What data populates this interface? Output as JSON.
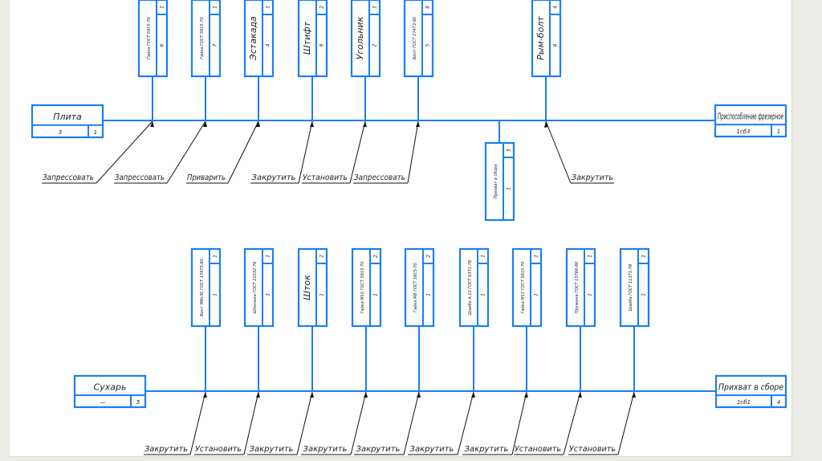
{
  "colors": {
    "line": "#1b7ff2",
    "leader": "#111111",
    "background": "#ecebe5"
  },
  "top_scheme": {
    "base": {
      "name": "Плита",
      "designation": "3",
      "qty": "1"
    },
    "assembly": {
      "name": "Приспособление фрезерное",
      "designation": "1сб3",
      "qty": "1"
    },
    "parts": [
      {
        "name": "Гайка ГОСТ 5915-70",
        "pos": "1",
        "qty": "6"
      },
      {
        "name": "Гайка ГОСТ 5915-70",
        "pos": "1",
        "qty": "7"
      },
      {
        "name": "Эстакада",
        "pos": "1",
        "qty": "4"
      },
      {
        "name": "Штифт",
        "pos": "2",
        "qty": "9"
      },
      {
        "name": "Угольник",
        "pos": "1",
        "qty": "2"
      },
      {
        "name": "Винт ГОСТ 17473-80",
        "pos": "8",
        "qty": "5"
      },
      {
        "name": "Рым-болт",
        "pos": "4",
        "qty": "8"
      }
    ],
    "subassembly": {
      "name": "Прихват в сборе",
      "pos": "5",
      "qty": "1"
    },
    "operations": [
      "Запрессовать",
      "Запрессовать",
      "Приварить",
      "Закрутить",
      "Установить",
      "Запрессовать",
      "Закрутить"
    ]
  },
  "bottom_scheme": {
    "base": {
      "name": "Сухарь",
      "designation": "—",
      "qty": "5"
    },
    "assembly": {
      "name": "Прихват в сборе",
      "designation": "1сб1",
      "qty": "4"
    },
    "parts": [
      {
        "name": "Винт М8х30 ГОСТ 17473-80",
        "pos": "1",
        "qty": "1"
      },
      {
        "name": "Шпилька ГОСТ 22032-76",
        "pos": "1",
        "qty": "1"
      },
      {
        "name": "Шток",
        "pos": "2",
        "qty": "1"
      },
      {
        "name": "Гайка М10 ГОСТ 5915-70",
        "pos": "2",
        "qty": "1"
      },
      {
        "name": "Гайка М8 ГОСТ 5915-70",
        "pos": "2",
        "qty": "1"
      },
      {
        "name": "Шайба А.12 ГОСТ 6371-78",
        "pos": "1",
        "qty": "1"
      },
      {
        "name": "Гайка М12 ГОСТ 5915-70",
        "pos": "1",
        "qty": "1"
      },
      {
        "name": "Пружина ГОСТ 13766-86",
        "pos": "1",
        "qty": "1"
      },
      {
        "name": "Шайба ГОСТ 11371-78",
        "pos": "1",
        "qty": "1"
      }
    ],
    "operations": [
      "Закрутить",
      "Установить",
      "Закрутить",
      "Закрутить",
      "Закрутить",
      "Закрутить",
      "Закрутить",
      "Установить",
      "Установить"
    ]
  }
}
